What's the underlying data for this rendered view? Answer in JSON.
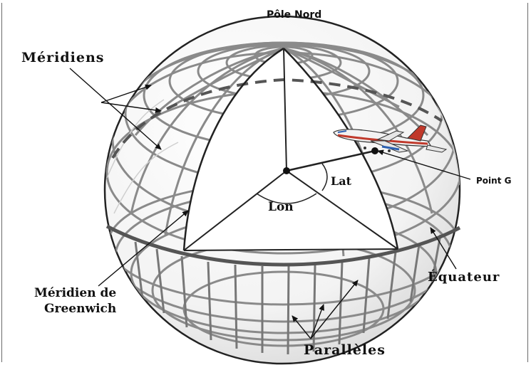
{
  "labels": {
    "north_pole": "Pôle Nord",
    "meridians": "Méridiens",
    "lat": "Lat",
    "lon": "Lon",
    "point_g": "Point G",
    "equator": "Équateur",
    "greenwich_line1": "Méridien de",
    "greenwich_line2": "Greenwich",
    "parallels": "Parallèles"
  },
  "colors": {
    "grid": "#8a8a8a",
    "grid_light": "#c8c8c8",
    "outline": "#222222",
    "equator": "#555555",
    "plane_body": "#f2f2f2",
    "plane_stripe": "#c0392b",
    "plane_blue": "#2b5fb0"
  },
  "icons": {
    "globe": "globe-icon",
    "airplane": "airplane-icon"
  }
}
